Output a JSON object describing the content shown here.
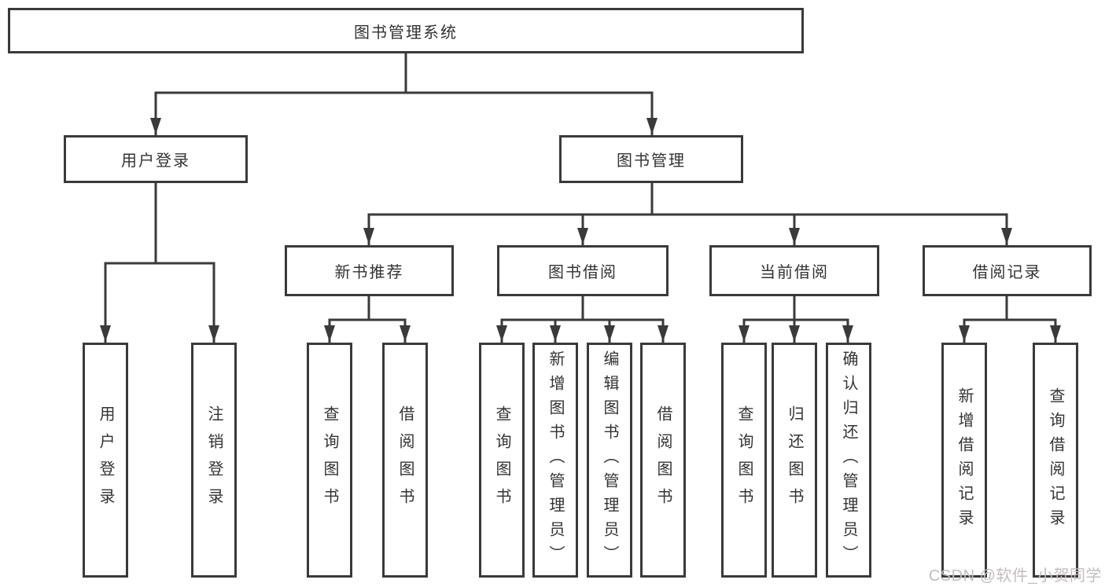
{
  "tree": {
    "label": "图书管理系统",
    "children": [
      {
        "label": "用户登录",
        "children": [
          {
            "label": "用户登录"
          },
          {
            "label": "注销登录"
          }
        ]
      },
      {
        "label": "图书管理",
        "children": [
          {
            "label": "新书推荐",
            "children": [
              {
                "label": "查询图书"
              },
              {
                "label": "借阅图书"
              }
            ]
          },
          {
            "label": "图书借阅",
            "children": [
              {
                "label": "查询图书"
              },
              {
                "label": "新增图书（管理员）"
              },
              {
                "label": "编辑图书（管理员）"
              },
              {
                "label": "借阅图书"
              }
            ]
          },
          {
            "label": "当前借阅",
            "children": [
              {
                "label": "查询图书"
              },
              {
                "label": "归还图书"
              },
              {
                "label": "确认归还（管理员）"
              }
            ]
          },
          {
            "label": "借阅记录",
            "children": [
              {
                "label": "新增借阅记录"
              },
              {
                "label": "查询借阅记录"
              }
            ]
          }
        ]
      }
    ]
  },
  "watermark": "CSDN @软件_小贺同学",
  "colors": {
    "line": "#3a3a3a",
    "box_border": "#3a3a3a",
    "box_fill": "#ffffff",
    "text": "#333333",
    "watermark": "#c3bdbf"
  }
}
